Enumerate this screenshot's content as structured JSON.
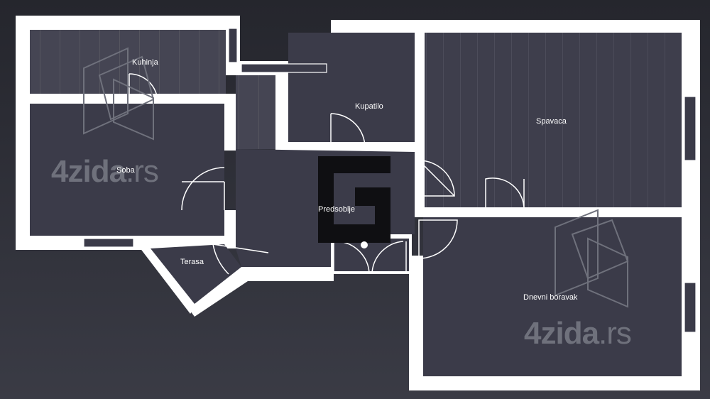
{
  "rooms": {
    "kuhinja": "Kuhinja",
    "kupatilo": "Kupatilo",
    "spavaca": "Spavaca",
    "soba": "Soba",
    "predsoblje": "Predsoblje",
    "terasa": "Terasa",
    "dnevni_boravak": "Dnevni boravak"
  },
  "watermark": {
    "name": "4zida",
    "tld": ".rs"
  },
  "colors": {
    "background": "#2a2b33",
    "room_fill": "#3b3b49",
    "wall": "#ffffff",
    "watermark": "#6f717c",
    "logo": "#0f0f12"
  }
}
